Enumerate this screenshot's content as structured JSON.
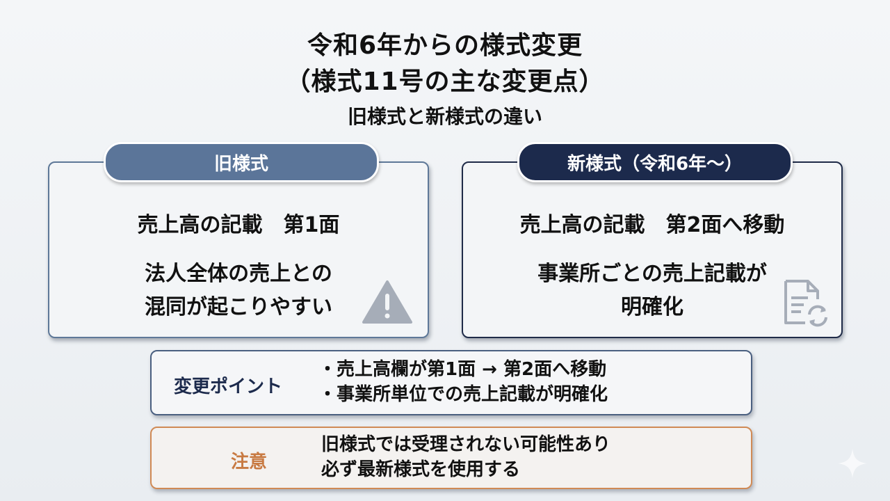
{
  "header": {
    "title_line1": "令和6年からの様式変更",
    "title_line2": "（様式11号の主な変更点）",
    "subtitle": "旧様式と新様式の違い"
  },
  "old_format": {
    "label": "旧様式",
    "line1": "売上高の記載　第1面",
    "line2a": "法人全体の売上との",
    "line2b": "混同が起こりやすい",
    "icon": "warning-icon",
    "color": "#5b7599"
  },
  "new_format": {
    "label": "新様式（令和6年〜）",
    "line1": "売上高の記載　第2面へ移動",
    "line2a": "事業所ごとの売上記載が",
    "line2b": "明確化",
    "icon": "document-refresh-icon",
    "color": "#1c2a4c"
  },
  "change_points": {
    "label": "変更ポイント",
    "items": [
      "・売上高欄が第1面 → 第2面へ移動",
      "・事業所単位での売上記載が明確化"
    ]
  },
  "caution": {
    "label": "注意",
    "items": [
      "旧様式では受理されない可能性あり",
      "必ず最新様式を使用する"
    ],
    "color": "#c87a42"
  }
}
